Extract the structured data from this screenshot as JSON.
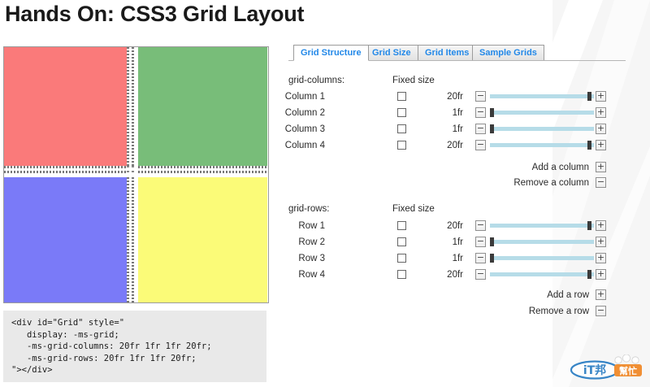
{
  "page": {
    "title": "Hands On: CSS3 Grid Layout"
  },
  "preview": {
    "name": "grid-preview",
    "cells": [
      {
        "name": "cell-red",
        "color": "#fa7a7a"
      },
      {
        "name": "cell-green",
        "color": "#78bd79"
      },
      {
        "name": "cell-blue",
        "color": "#7a7af8"
      },
      {
        "name": "cell-yellow",
        "color": "#fbfb78"
      }
    ],
    "gridline_color": "#7a7a7a",
    "border_color": "#9b9b9b"
  },
  "code": {
    "text": "<div id=\"Grid\" style=\"\n   display: -ms-grid;\n   -ms-grid-columns: 20fr 1fr 1fr 20fr;\n   -ms-grid-rows: 20fr 1fr 1fr 20fr;\n\"></div>",
    "background": "#e9e9e9"
  },
  "tabs": {
    "items": [
      {
        "label": "Grid Structure",
        "active": true
      },
      {
        "label": "Grid Size",
        "active": false
      },
      {
        "label": "Grid Items",
        "active": false
      },
      {
        "label": "Sample Grids",
        "active": false
      }
    ],
    "active_text_color": "#2288e8"
  },
  "columns_section": {
    "label": "grid-columns:",
    "fixed_size_header": "Fixed size",
    "rows": [
      {
        "label": "Column 1",
        "checked": false,
        "value": "20fr",
        "slider_pct": 97
      },
      {
        "label": "Column 2",
        "checked": false,
        "value": "1fr",
        "slider_pct": 3
      },
      {
        "label": "Column 3",
        "checked": false,
        "value": "1fr",
        "slider_pct": 3
      },
      {
        "label": "Column 4",
        "checked": false,
        "value": "20fr",
        "slider_pct": 97
      }
    ],
    "add_label": "Add a column",
    "add_icon": "+",
    "remove_label": "Remove a column",
    "remove_icon": "−"
  },
  "rows_section": {
    "label": "grid-rows:",
    "fixed_size_header": "Fixed size",
    "rows": [
      {
        "label": "Row 1",
        "checked": false,
        "value": "20fr",
        "slider_pct": 97
      },
      {
        "label": "Row 2",
        "checked": false,
        "value": "1fr",
        "slider_pct": 3
      },
      {
        "label": "Row 3",
        "checked": false,
        "value": "1fr",
        "slider_pct": 3
      },
      {
        "label": "Row 4",
        "checked": false,
        "value": "20fr",
        "slider_pct": 97
      }
    ],
    "add_label": "Add a row",
    "add_icon": "+",
    "remove_label": "Remove a row",
    "remove_icon": "−"
  },
  "slider_controls": {
    "decrement_icon": "−",
    "increment_icon": "+",
    "track_color": "#b6dce8",
    "thumb_color": "#3b3b3b"
  },
  "watermark": {
    "primary_text": "iT邦",
    "secondary_text": "幫忙",
    "badge_color": "#f08a2a",
    "ring_color": "#2e7fc4"
  }
}
